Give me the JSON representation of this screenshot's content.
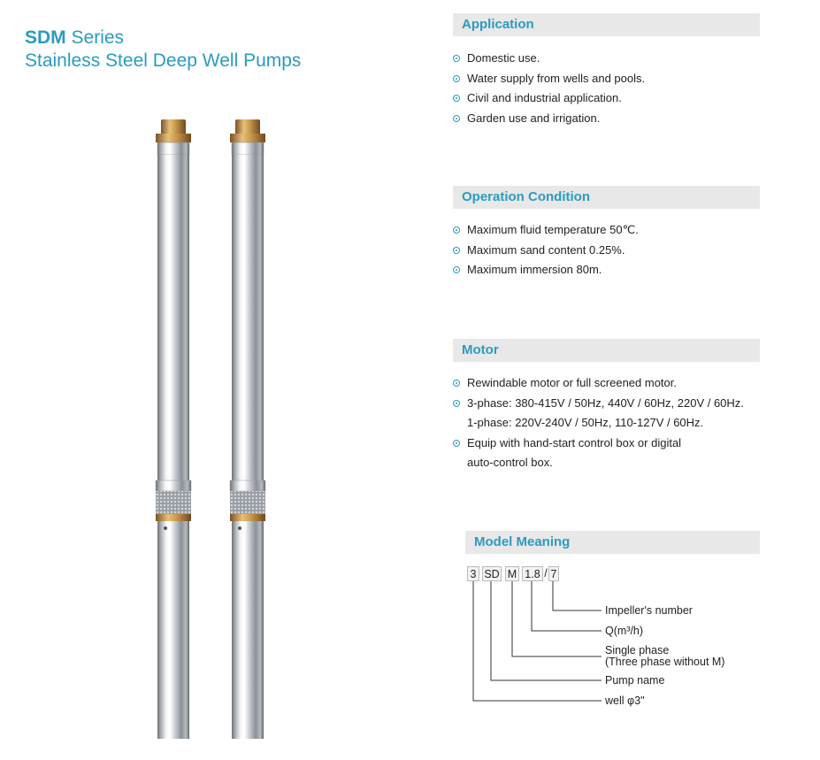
{
  "title": {
    "brand": "SDM",
    "series_word": "Series",
    "subtitle": "Stainless Steel Deep Well Pumps"
  },
  "sections": {
    "application": {
      "heading": "Application",
      "items": [
        "Domestic use.",
        "Water supply from wells and pools.",
        "Civil and industrial application.",
        "Garden use and irrigation."
      ]
    },
    "operation": {
      "heading": "Operation Condition",
      "items": [
        "Maximum fluid temperature 50℃.",
        "Maximum sand content 0.25%.",
        "Maximum immersion 80m."
      ]
    },
    "motor": {
      "heading": "Motor",
      "items": [
        "Rewindable motor or full screened motor.",
        "3-phase: 380-415V / 50Hz, 440V / 60Hz, 220V / 60Hz.",
        "1-phase: 220V-240V / 50Hz, 110-127V / 60Hz.",
        "Equip with hand-start control box or digital",
        "auto-control box."
      ]
    },
    "model": {
      "heading": "Model Meaning",
      "code": [
        "3",
        "SD",
        "M",
        "1.8",
        "/",
        "7"
      ],
      "labels": {
        "impeller": "Impeller's number",
        "flow": "Q(m³/h)",
        "single_phase": "Single phase",
        "three_phase_note": "(Three phase without M)",
        "pump_name": "Pump name",
        "well": "well φ3\""
      }
    }
  },
  "colors": {
    "accent": "#2a9bc0",
    "bar": "#e8e8e8",
    "brass": "#c8964a"
  }
}
